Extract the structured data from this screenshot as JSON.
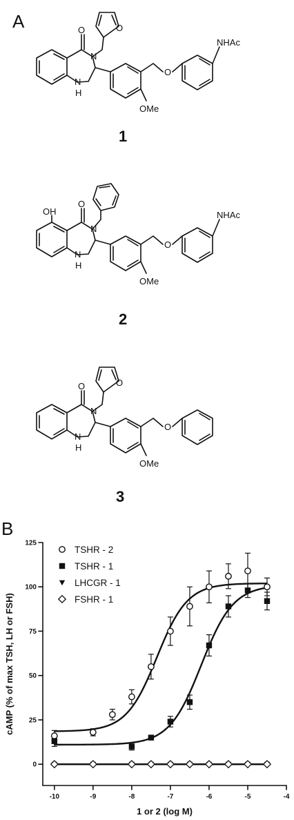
{
  "panel_a": {
    "label": "A",
    "structures": [
      {
        "id": "1",
        "atoms": {
          "carbonyl_o": "O",
          "n3": "N",
          "n1": "N",
          "nh_h": "H",
          "ring_o": "O",
          "ether_o": "O",
          "ome": "OMe",
          "nhac": "NHAc"
        }
      },
      {
        "id": "2",
        "atoms": {
          "oh": "OH",
          "carbonyl_o": "O",
          "n3": "N",
          "n1": "N",
          "nh_h": "H",
          "ether_o": "O",
          "ome": "OMe",
          "nhac": "NHAc"
        }
      },
      {
        "id": "3",
        "atoms": {
          "carbonyl_o": "O",
          "n3": "N",
          "n1": "N",
          "nh_h": "H",
          "ring_o": "O",
          "ether_o": "O",
          "ome": "OMe"
        }
      }
    ]
  },
  "panel_b": {
    "label": "B"
  },
  "chart_data": {
    "type": "scatter",
    "xlabel": "1 or 2 (log M)",
    "ylabel": "cAMP (% of max TSH, LH or FSH)",
    "xlim": [
      -10.3,
      -4
    ],
    "ylim": [
      -12,
      125
    ],
    "xticks": [
      -10,
      -9,
      -8,
      -7,
      -6,
      -5,
      -4
    ],
    "yticks": [
      0,
      25,
      50,
      75,
      100,
      125
    ],
    "grid": false,
    "legend_position": "top-left",
    "series": [
      {
        "name": "TSHR - 2",
        "marker": "open-circle",
        "points": [
          {
            "x": -10,
            "y": 16,
            "err": 3
          },
          {
            "x": -9,
            "y": 18,
            "err": 2
          },
          {
            "x": -8.5,
            "y": 28,
            "err": 3
          },
          {
            "x": -8,
            "y": 38,
            "err": 4
          },
          {
            "x": -7.5,
            "y": 55,
            "err": 7
          },
          {
            "x": -7,
            "y": 75,
            "err": 8
          },
          {
            "x": -6.5,
            "y": 89,
            "err": 11
          },
          {
            "x": -6,
            "y": 100,
            "err": 9
          },
          {
            "x": -5.5,
            "y": 106,
            "err": 7
          },
          {
            "x": -5,
            "y": 109,
            "err": 10
          },
          {
            "x": -4.5,
            "y": 100,
            "err": 5
          }
        ],
        "fit": {
          "bottom": 18.5,
          "top": 102,
          "logEC50": -7.35,
          "hill": 1.1
        }
      },
      {
        "name": "TSHR - 1",
        "marker": "filled-square",
        "points": [
          {
            "x": -10,
            "y": 13,
            "err": 3
          },
          {
            "x": -8,
            "y": 10,
            "err": 2
          },
          {
            "x": -7.5,
            "y": 15,
            "err": 1
          },
          {
            "x": -7,
            "y": 24,
            "err": 3
          },
          {
            "x": -6.5,
            "y": 35,
            "err": 4
          },
          {
            "x": -6,
            "y": 67,
            "err": 6
          },
          {
            "x": -5.5,
            "y": 89,
            "err": 6
          },
          {
            "x": -5,
            "y": 98,
            "err": 4
          },
          {
            "x": -4.5,
            "y": 92,
            "err": 5
          }
        ],
        "fit": {
          "bottom": 11,
          "top": 101,
          "logEC50": -6.2,
          "hill": 1.05
        }
      },
      {
        "name": "LHCGR - 1",
        "marker": "filled-triangle-down",
        "points": [
          {
            "x": -10,
            "y": 0,
            "err": 0
          },
          {
            "x": -9,
            "y": 0,
            "err": 0
          },
          {
            "x": -8,
            "y": 0,
            "err": 0
          },
          {
            "x": -7.5,
            "y": 0,
            "err": 0
          },
          {
            "x": -7,
            "y": 0,
            "err": 0
          },
          {
            "x": -6.5,
            "y": 0,
            "err": 0
          },
          {
            "x": -6,
            "y": 0,
            "err": 0
          },
          {
            "x": -5.5,
            "y": 0,
            "err": 0
          },
          {
            "x": -5,
            "y": 0,
            "err": 0
          },
          {
            "x": -4.5,
            "y": 0,
            "err": 0
          }
        ],
        "fit": {
          "bottom": 0,
          "top": 0,
          "logEC50": -7,
          "hill": 1
        }
      },
      {
        "name": "FSHR - 1",
        "marker": "open-diamond",
        "points": [
          {
            "x": -10,
            "y": 0,
            "err": 0
          },
          {
            "x": -9,
            "y": 0,
            "err": 0
          },
          {
            "x": -8,
            "y": 0,
            "err": 0
          },
          {
            "x": -7.5,
            "y": 0,
            "err": 0
          },
          {
            "x": -7,
            "y": 0,
            "err": 0
          },
          {
            "x": -6.5,
            "y": 0,
            "err": 0
          },
          {
            "x": -6,
            "y": 0,
            "err": 0
          },
          {
            "x": -5.5,
            "y": 0,
            "err": 0
          },
          {
            "x": -5,
            "y": 0,
            "err": 0
          },
          {
            "x": -4.5,
            "y": 0,
            "err": 0
          }
        ],
        "fit": {
          "bottom": 0,
          "top": 0,
          "logEC50": -7,
          "hill": 1
        }
      }
    ]
  }
}
